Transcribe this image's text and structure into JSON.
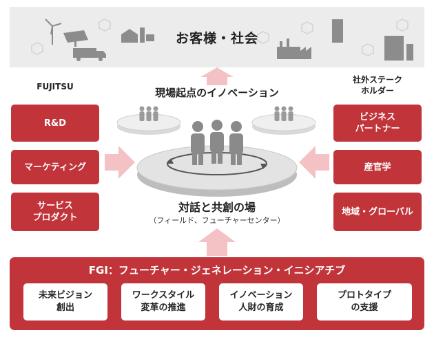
{
  "header": {
    "title": "お客様・社会"
  },
  "left": {
    "org": "FUJITSU",
    "items": [
      {
        "label": "R&D"
      },
      {
        "label": "マーケティング"
      },
      {
        "label": "サービス\nプロダクト"
      }
    ]
  },
  "right": {
    "org": "社外ステーク\nホルダー",
    "items": [
      {
        "label": "ビジネス\nパートナー"
      },
      {
        "label": "産官学"
      },
      {
        "label": "地域・グローバル"
      }
    ]
  },
  "center": {
    "top_label": "現場起点のイノベーション",
    "title": "対話と共創の場",
    "subtitle": "（フィールド、フューチャーセンター）"
  },
  "fgi": {
    "title": "FGI：フューチャー・ジェネレーション・イニシアチブ",
    "items": [
      {
        "label": "未来ビジョン\n創出"
      },
      {
        "label": "ワークスタイル\n変革の推進"
      },
      {
        "label": "イノベーション\n人財の育成"
      },
      {
        "label": "プロトタイプ\nの支援"
      }
    ]
  },
  "colors": {
    "accent": "#c0343a",
    "arrow": "#f4c2c5",
    "band": "#ececec",
    "people": "#8a8a8a"
  }
}
